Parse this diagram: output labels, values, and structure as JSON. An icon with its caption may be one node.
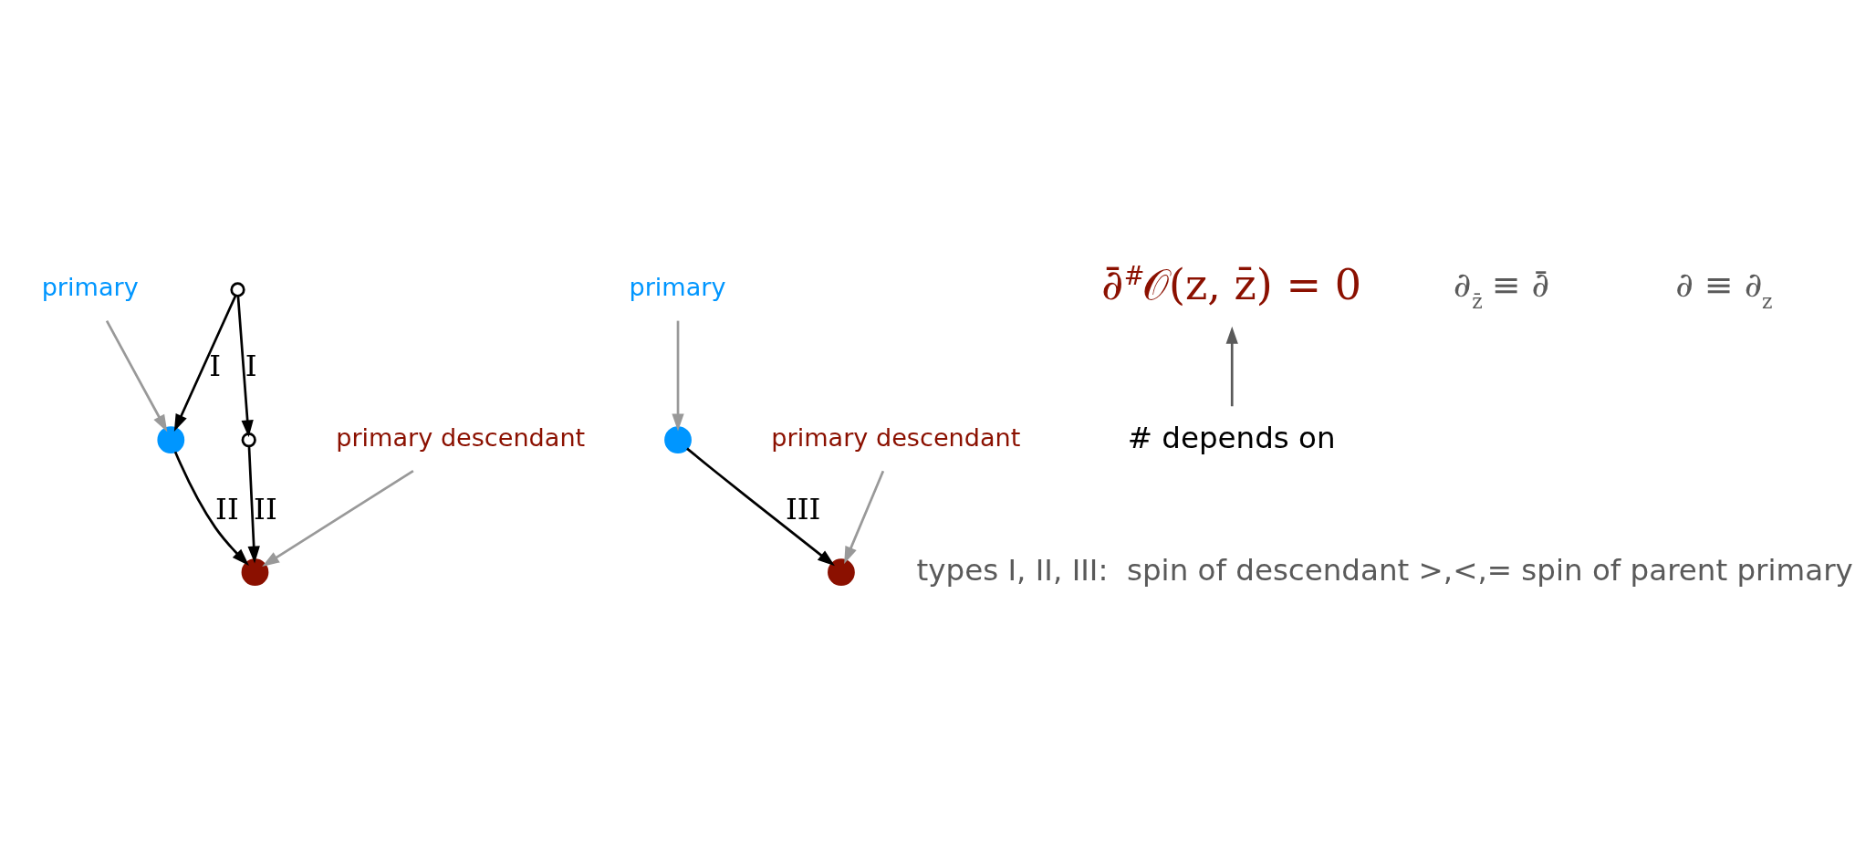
{
  "diagram": {
    "nodes": [
      {
        "text": [
          "primary"
        ]
      },
      {
        "text": [],
        "shape": "circle"
      },
      {
        "text": [],
        "shape": "circle"
      },
      {
        "text": [],
        "shape": "circle"
      },
      {
        "text": [],
        "shape": "circle"
      },
      {
        "text": [
          "primary descendant"
        ]
      },
      {
        "text": [
          "primary"
        ]
      },
      {
        "text": [],
        "shape": "circle"
      },
      {
        "text": [],
        "shape": "circle"
      },
      {
        "text": [
          "primary descendant"
        ]
      },
      {
        "text": [
          "∂̄$^{#}$𝒪(z, z̄) = 0"
        ]
      },
      {
        "text": [
          "# depends on"
        ]
      }
    ],
    "edges": [
      {
        "from": 0,
        "to": 1,
        "arrow": "to",
        "color": "#999999"
      },
      {
        "from": 2,
        "to": 1,
        "arrow": "to",
        "label": "I"
      },
      {
        "from": 2,
        "to": 3,
        "arrow": "to",
        "label": "I"
      },
      {
        "from": 1,
        "to": 4,
        "arrow": "to",
        "label": "II"
      },
      {
        "from": 3,
        "to": 4,
        "arrow": "to",
        "label": "II"
      },
      {
        "from": 5,
        "to": 4,
        "arrow": "to",
        "color": "#999999"
      },
      {
        "from": 6,
        "to": 7,
        "arrow": "to",
        "color": "#999999"
      },
      {
        "from": 7,
        "to": 8,
        "arrow": "to",
        "label": "III"
      },
      {
        "from": 9,
        "to": 8,
        "arrow": "to",
        "color": "#999999"
      },
      {
        "from": 11,
        "to": 10,
        "arrow": "to",
        "color": "#5a5a5a"
      }
    ],
    "labels": [
      "∂$_{z̄}$ ≡ ∂̄",
      "∂ ≡ ∂$_{z}$",
      "types I, II, III:  spin of descendant >,<,= spin of parent primary"
    ]
  }
}
